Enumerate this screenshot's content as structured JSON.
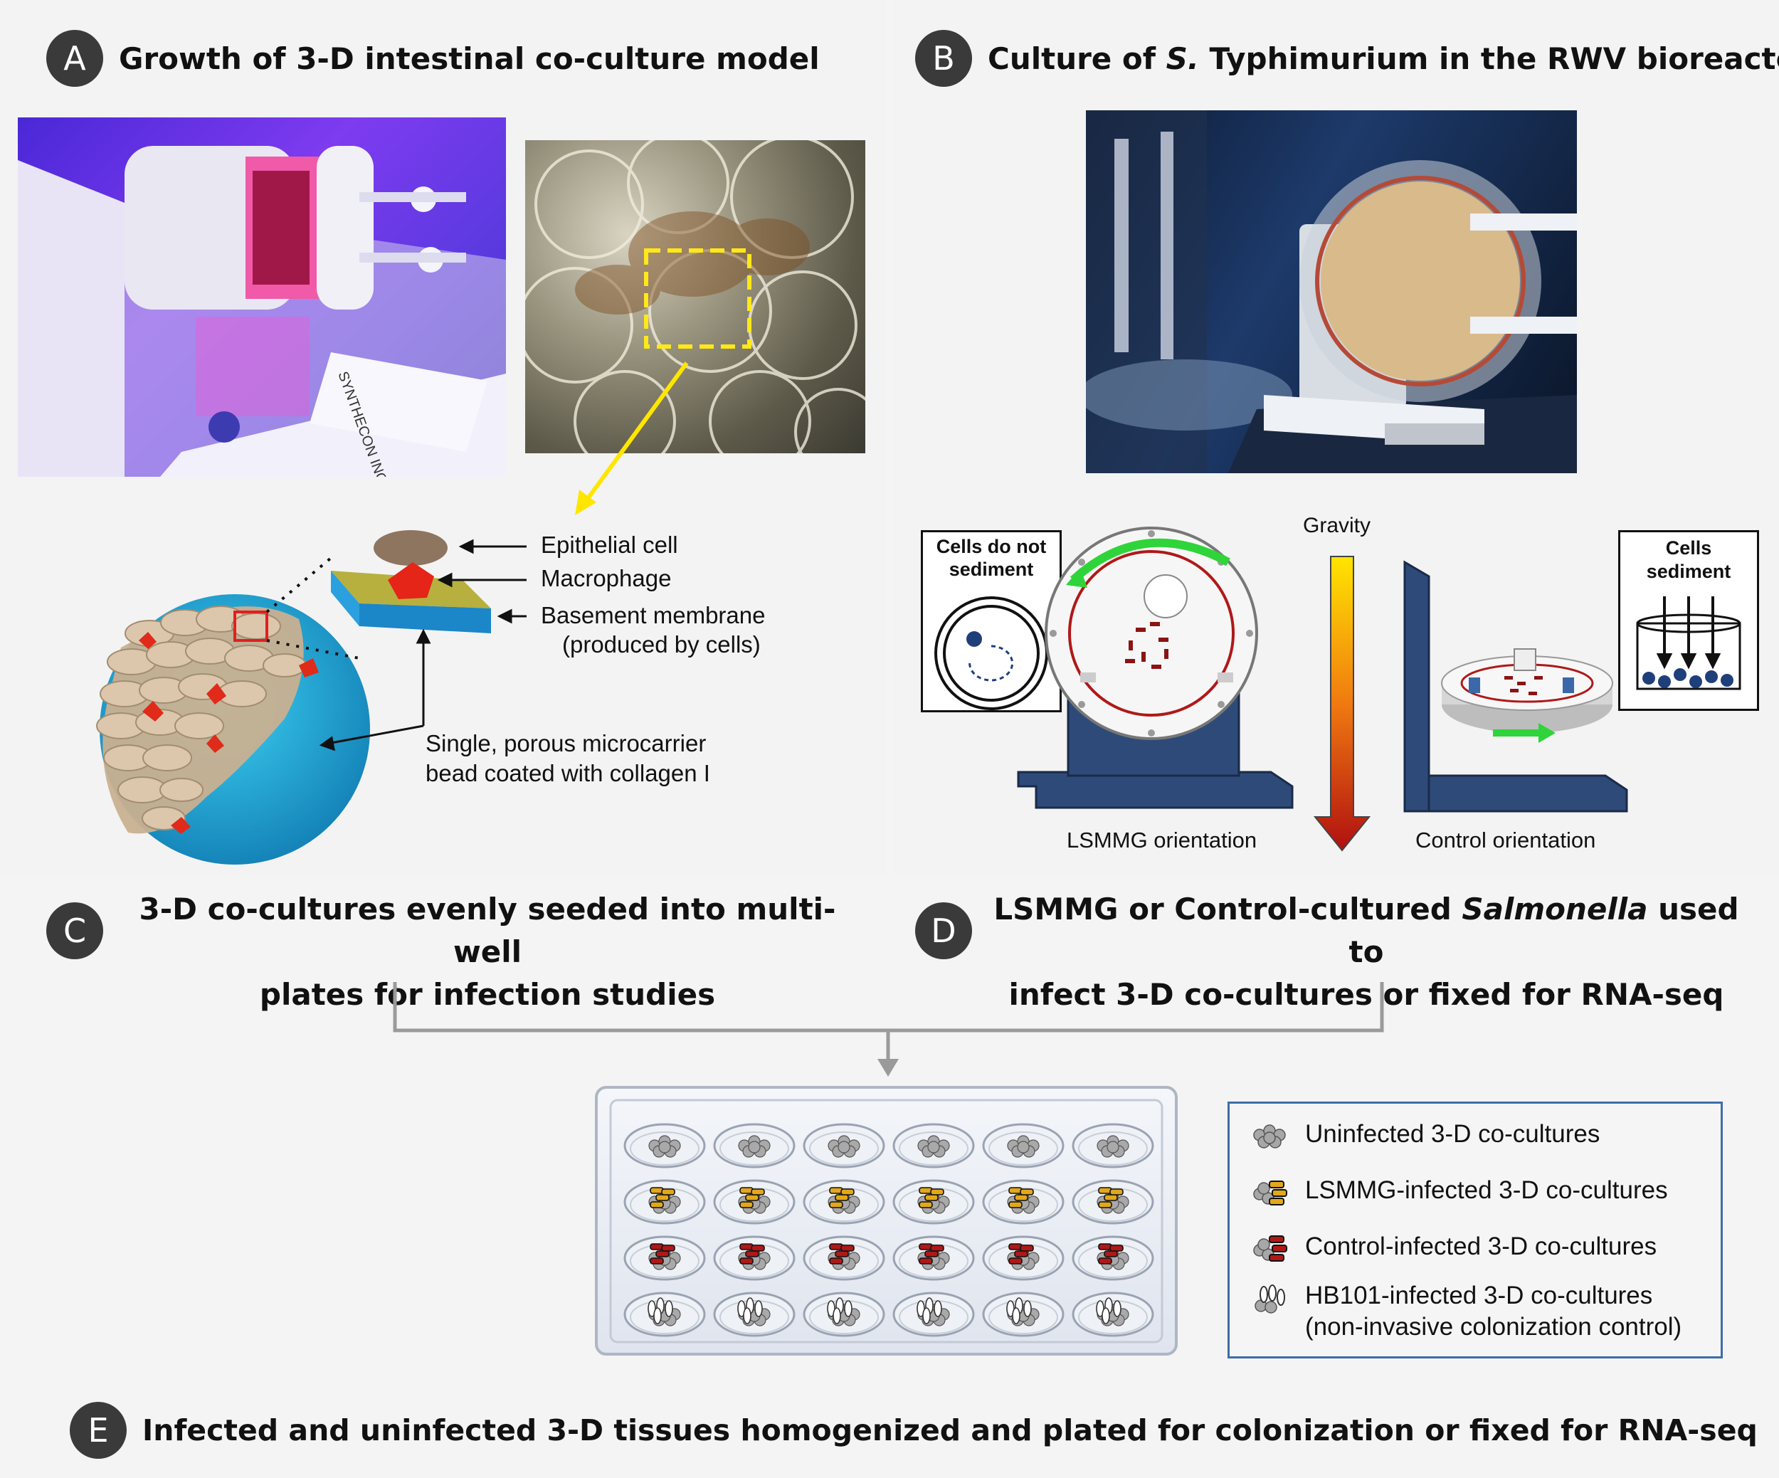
{
  "panel_a": {
    "letter": "A",
    "title": "Growth of 3-D intestinal co-culture model",
    "labels": {
      "epithelial": "Epithelial cell",
      "macrophage": "Macrophage",
      "basement": "Basement membrane",
      "basement_sub": "(produced by cells)",
      "bead1": "Single, porous microcarrier",
      "bead2": "bead coated with collagen I"
    },
    "device_plate_text": "SYNTHECON INC"
  },
  "panel_b": {
    "letter": "B",
    "title_pre": "Culture of ",
    "title_italic": "S.",
    "title_post": " Typhimurium in the RWV bioreactor",
    "gravity": "Gravity",
    "cells_not_sediment": "Cells do not sediment",
    "cells_sediment": "Cells sediment",
    "lsmmg_orientation": "LSMMG orientation",
    "control_orientation": "Control orientation"
  },
  "panel_c": {
    "letter": "C",
    "line1": "3-D co-cultures evenly seeded into multi-well",
    "line2": "plates for infection studies"
  },
  "panel_d": {
    "letter": "D",
    "line1_pre": "LSMMG or Control-cultured ",
    "line1_italic": "Salmonella",
    "line1_post": " used to",
    "line2": "infect 3-D co-cultures or fixed for RNA-seq"
  },
  "panel_e": {
    "letter": "E",
    "title": "Infected and uninfected 3-D tissues homogenized and plated for colonization or fixed for RNA-seq"
  },
  "legend": [
    {
      "label": "Uninfected 3-D co-cultures",
      "type": "uninfected"
    },
    {
      "label": "LSMMG-infected 3-D co-cultures",
      "type": "lsmmg"
    },
    {
      "label": "Control-infected 3-D co-cultures",
      "type": "control"
    },
    {
      "label": "HB101-infected 3-D co-cultures",
      "label2": "(non-invasive colonization control)",
      "type": "hb101"
    }
  ],
  "colors": {
    "badge": "#3a3a3a",
    "legend_border": "#3d6ea8",
    "lsmmg_bacteria": "#e3a81a",
    "control_bacteria": "#b01818",
    "bioreactor_blue": "#2e4a78",
    "rotation_arrow": "#2fd43a"
  }
}
